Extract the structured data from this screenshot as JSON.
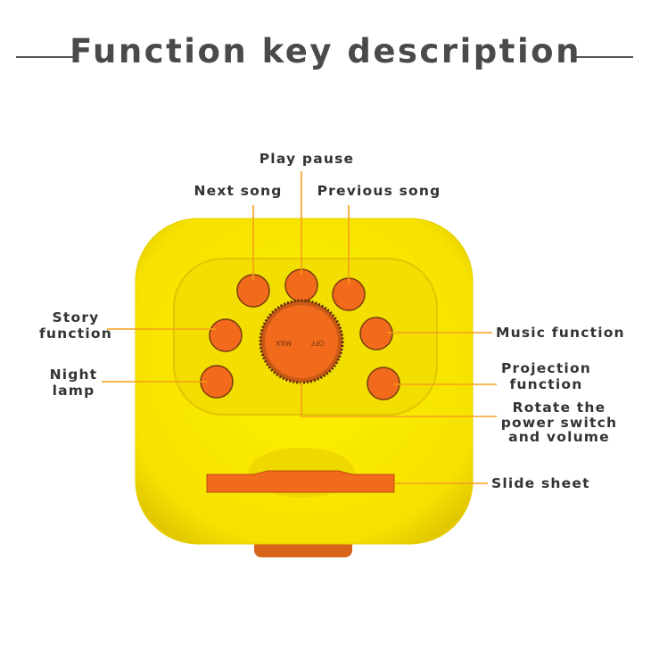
{
  "title": "Function key description",
  "colors": {
    "body": "#f7e600",
    "button": "#f26a1b",
    "leader": "#f5a01a",
    "text": "#333333"
  },
  "dial": {
    "left_mark": "MAX",
    "right_mark": "OFF"
  },
  "labels": {
    "play_pause": "Play pause",
    "next_song": "Next song",
    "previous_song": "Previous song",
    "story_function": [
      "Story",
      "function"
    ],
    "night_lamp": [
      "Night",
      "lamp"
    ],
    "music_function": "Music function",
    "projection_function": [
      "Projection",
      "function"
    ],
    "rotate": [
      "Rotate the",
      "power switch",
      "and volume"
    ],
    "slide_sheet": "Slide sheet"
  }
}
